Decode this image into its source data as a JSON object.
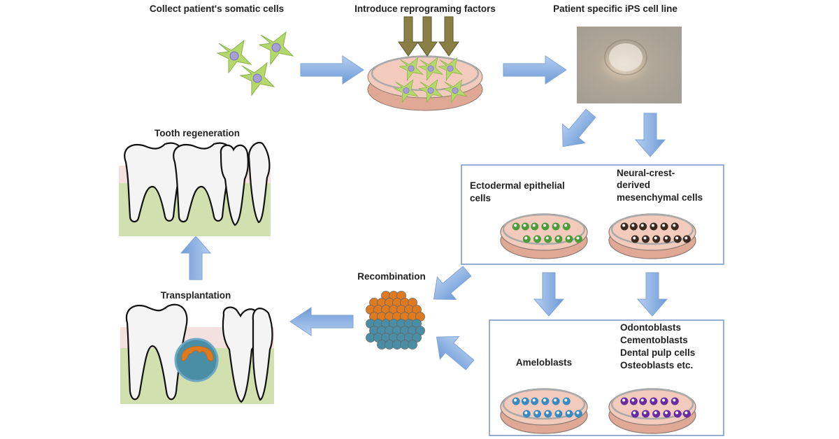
{
  "steps": {
    "collect": "Collect patient's somatic cells",
    "introduce": "Introduce reprograming factors",
    "ips": "Patient specific iPS cell line",
    "ectodermal": [
      "Ectodermal epithelial",
      "cells"
    ],
    "neural": [
      "Neural-crest-",
      "derived",
      "mesenchymal cells"
    ],
    "ameloblasts": "Ameloblasts",
    "derived_cells": [
      "Odontoblasts",
      "Cementoblasts",
      "Dental pulp cells",
      "Osteoblasts etc."
    ],
    "recombination": "Recombination",
    "transplantation": "Transplantation",
    "regeneration": "Tooth regeneration"
  },
  "colors": {
    "arrow": "#8fb3e3",
    "box_border": "#8aa6cf",
    "dish": "#e8b4a0",
    "gum_pink": "#f2e1de",
    "bone_green": "#d2dfae",
    "orange": "#e07a1f",
    "teal": "#4a8ea6",
    "somatic_cell": "#b5d86b",
    "factor_arrow": "#8a7f45"
  }
}
